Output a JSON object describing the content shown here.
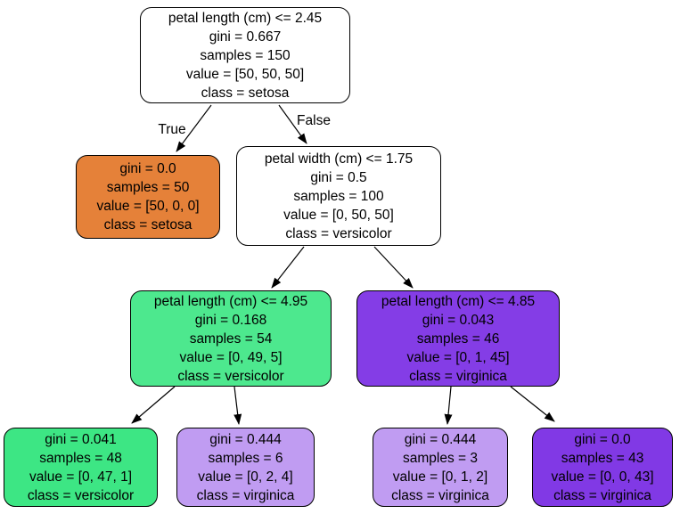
{
  "diagram_type": "decision-tree",
  "edge_labels": {
    "true_label": "True",
    "false_label": "False"
  },
  "colors": {
    "root_fill": "#ffffff",
    "setosa_pure": "#e58139",
    "versicolor_strong": "#3de684",
    "versicolor_mid": "#4de88e",
    "virginica_pure": "#8139e5",
    "virginica_strong": "#843de6",
    "virginica_light": "#c09cf2",
    "border": "#000000",
    "text": "#000000"
  },
  "nodes": [
    {
      "name": "split-petal-length-2.45",
      "condition": "petal length (cm) <= 2.45",
      "gini": "gini = 0.667",
      "samples": "samples = 150",
      "value": "value = [50, 50, 50]",
      "class_label": "class = setosa",
      "fill": "#ffffff"
    },
    {
      "name": "leaf-setosa",
      "gini": "gini = 0.0",
      "samples": "samples = 50",
      "value": "value = [50, 0, 0]",
      "class_label": "class = setosa",
      "fill": "#e58139"
    },
    {
      "name": "split-petal-width-1.75",
      "condition": "petal width (cm) <= 1.75",
      "gini": "gini = 0.5",
      "samples": "samples = 100",
      "value": "value = [0, 50, 50]",
      "class_label": "class = versicolor",
      "fill": "#ffffff"
    },
    {
      "name": "split-petal-length-4.95",
      "condition": "petal length (cm) <= 4.95",
      "gini": "gini = 0.168",
      "samples": "samples = 54",
      "value": "value = [0, 49, 5]",
      "class_label": "class = versicolor",
      "fill": "#4de88e"
    },
    {
      "name": "split-petal-length-4.85",
      "condition": "petal length (cm) <= 4.85",
      "gini": "gini = 0.043",
      "samples": "samples = 46",
      "value": "value = [0, 1, 45]",
      "class_label": "class = virginica",
      "fill": "#843de6"
    },
    {
      "name": "leaf-versicolor",
      "gini": "gini = 0.041",
      "samples": "samples = 48",
      "value": "value = [0, 47, 1]",
      "class_label": "class = versicolor",
      "fill": "#3de684"
    },
    {
      "name": "leaf-virginica-mixed-6",
      "gini": "gini = 0.444",
      "samples": "samples = 6",
      "value": "value = [0, 2, 4]",
      "class_label": "class = virginica",
      "fill": "#c09cf2"
    },
    {
      "name": "leaf-virginica-mixed-3",
      "gini": "gini = 0.444",
      "samples": "samples = 3",
      "value": "value = [0, 1, 2]",
      "class_label": "class = virginica",
      "fill": "#c09cf2"
    },
    {
      "name": "leaf-virginica-pure",
      "gini": "gini = 0.0",
      "samples": "samples = 43",
      "value": "value = [0, 0, 43]",
      "class_label": "class = virginica",
      "fill": "#8139e5"
    }
  ],
  "edges": [
    {
      "from": "split-petal-length-2.45",
      "to": "leaf-setosa",
      "label": "True"
    },
    {
      "from": "split-petal-length-2.45",
      "to": "split-petal-width-1.75",
      "label": "False"
    },
    {
      "from": "split-petal-width-1.75",
      "to": "split-petal-length-4.95",
      "label": ""
    },
    {
      "from": "split-petal-width-1.75",
      "to": "split-petal-length-4.85",
      "label": ""
    },
    {
      "from": "split-petal-length-4.95",
      "to": "leaf-versicolor",
      "label": ""
    },
    {
      "from": "split-petal-length-4.95",
      "to": "leaf-virginica-mixed-6",
      "label": ""
    },
    {
      "from": "split-petal-length-4.85",
      "to": "leaf-virginica-mixed-3",
      "label": ""
    },
    {
      "from": "split-petal-length-4.85",
      "to": "leaf-virginica-pure",
      "label": ""
    }
  ]
}
